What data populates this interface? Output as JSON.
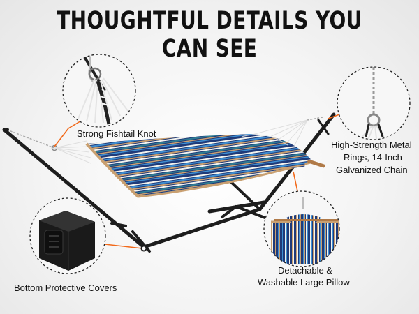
{
  "title": "THOUGHTFUL DETAILS YOU CAN SEE",
  "callouts": {
    "knot": "Strong Fishtail Knot",
    "rings_line1": "High-Strength Metal",
    "rings_line2": "Rings,  14-Inch",
    "rings_line3": "Galvanized Chain",
    "pillow_line1": "Detachable &",
    "pillow_line2": "Washable Large Pillow",
    "covers": "Bottom Protective Covers"
  },
  "colors": {
    "accent_orange": "#f26a1b",
    "stand": "#1d1d1d",
    "stripe_navy": "#1f3a78",
    "stripe_blue": "#3f8fd2",
    "stripe_tan": "#c9a071",
    "stripe_white": "#f3f3ee",
    "stripe_teal": "#2e7c93"
  },
  "icons": {
    "knot_detail": "fishtail-knot-detail",
    "ring_detail": "metal-ring-chain-detail",
    "pillow_detail": "pillow-detail",
    "cover_detail": "bottom-cover-detail"
  }
}
